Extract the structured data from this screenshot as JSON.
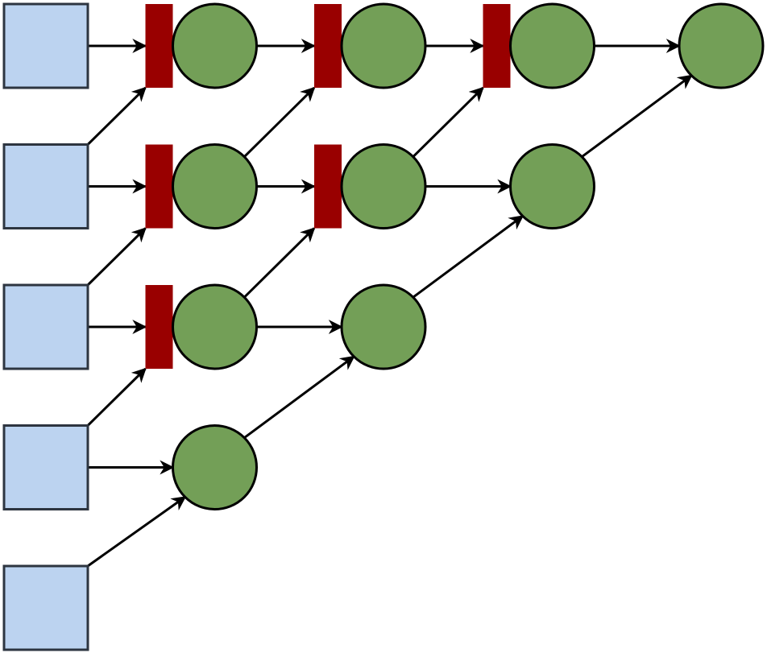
{
  "colors": {
    "input_fill": "#bcd3f0",
    "input_stroke": "#2d3540",
    "node_fill": "#739f57",
    "node_stroke": "#000000",
    "bar_fill": "#990000",
    "edge": "#000000",
    "background": "#ffffff"
  },
  "diagram": {
    "inputs": [
      {
        "id": "in0",
        "row": 0
      },
      {
        "id": "in1",
        "row": 1
      },
      {
        "id": "in2",
        "row": 2
      },
      {
        "id": "in3",
        "row": 3
      },
      {
        "id": "in4",
        "row": 4
      }
    ],
    "nodes": [
      {
        "id": "n01",
        "row": 0,
        "col": 1,
        "gated": true
      },
      {
        "id": "n02",
        "row": 0,
        "col": 2,
        "gated": true
      },
      {
        "id": "n03",
        "row": 0,
        "col": 3,
        "gated": true
      },
      {
        "id": "n04",
        "row": 0,
        "col": 4,
        "gated": false
      },
      {
        "id": "n11",
        "row": 1,
        "col": 1,
        "gated": true
      },
      {
        "id": "n12",
        "row": 1,
        "col": 2,
        "gated": true
      },
      {
        "id": "n13",
        "row": 1,
        "col": 3,
        "gated": false
      },
      {
        "id": "n21",
        "row": 2,
        "col": 1,
        "gated": true
      },
      {
        "id": "n22",
        "row": 2,
        "col": 2,
        "gated": false
      },
      {
        "id": "n31",
        "row": 3,
        "col": 1,
        "gated": false
      }
    ],
    "edges": [
      {
        "from": "in0",
        "to": "n01"
      },
      {
        "from": "n01",
        "to": "n02"
      },
      {
        "from": "n02",
        "to": "n03"
      },
      {
        "from": "n03",
        "to": "n04"
      },
      {
        "from": "in1",
        "to": "n01"
      },
      {
        "from": "n11",
        "to": "n02"
      },
      {
        "from": "n12",
        "to": "n03"
      },
      {
        "from": "n13",
        "to": "n04"
      },
      {
        "from": "in1",
        "to": "n11"
      },
      {
        "from": "n11",
        "to": "n12"
      },
      {
        "from": "n12",
        "to": "n13"
      },
      {
        "from": "in2",
        "to": "n11"
      },
      {
        "from": "n21",
        "to": "n12"
      },
      {
        "from": "n22",
        "to": "n13"
      },
      {
        "from": "in2",
        "to": "n21"
      },
      {
        "from": "n21",
        "to": "n22"
      },
      {
        "from": "in3",
        "to": "n21"
      },
      {
        "from": "n31",
        "to": "n22"
      },
      {
        "from": "in3",
        "to": "n31"
      },
      {
        "from": "in4",
        "to": "n31"
      }
    ]
  }
}
